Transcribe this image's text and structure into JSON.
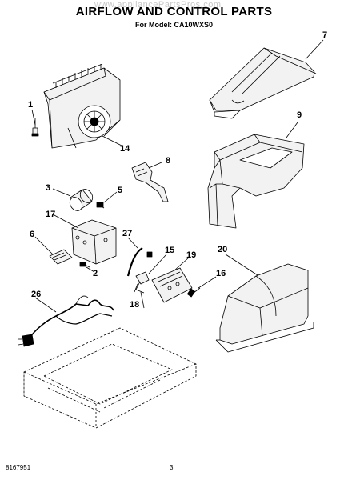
{
  "watermark": "www.appliancePartsPros.com",
  "title": "AIRFLOW AND CONTROL PARTS",
  "subtitle": "For Model: CA10WXS0",
  "callouts": {
    "c1": "1",
    "c2": "2",
    "c3": "3",
    "c4": "14",
    "c5": "5",
    "c6": "6",
    "c7": "7",
    "c8": "8",
    "c9": "9",
    "c14": "14",
    "c15": "15",
    "c16": "16",
    "c17": "17",
    "c18": "18",
    "c19": "19",
    "c20": "20",
    "c26": "26",
    "c27": "27"
  },
  "footer": {
    "doc_number": "8167951",
    "page_number": "3"
  }
}
